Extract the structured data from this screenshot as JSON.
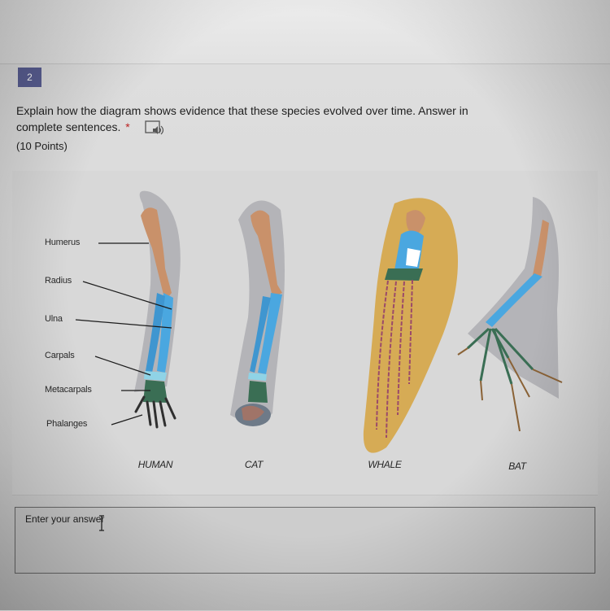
{
  "question": {
    "number": "2",
    "prompt_line1": "Explain how the diagram shows evidence that these species evolved over time. Answer in",
    "prompt_line2": "complete sentences.",
    "required_mark": "*",
    "points": "(10 Points)",
    "icon": "speaker-icon"
  },
  "diagram": {
    "labels": {
      "humerus": "Humerus",
      "radius": "Radius",
      "ulna": "Ulna",
      "carpals": "Carpals",
      "metacarpals": "Metacarpals",
      "phalanges": "Phalanges"
    },
    "captions": {
      "human": "HUMAN",
      "cat": "CAT",
      "whale": "WHALE",
      "bat": "BAT"
    },
    "colors": {
      "humerus": "#c9916a",
      "radius_ulna": "#4aa7e0",
      "carpals": "#8fd3e6",
      "digits": "#3a6e54",
      "whale_body": "#d6ab55",
      "shadow": "#b4b4b8"
    }
  },
  "answer": {
    "placeholder": "Enter your answer"
  }
}
